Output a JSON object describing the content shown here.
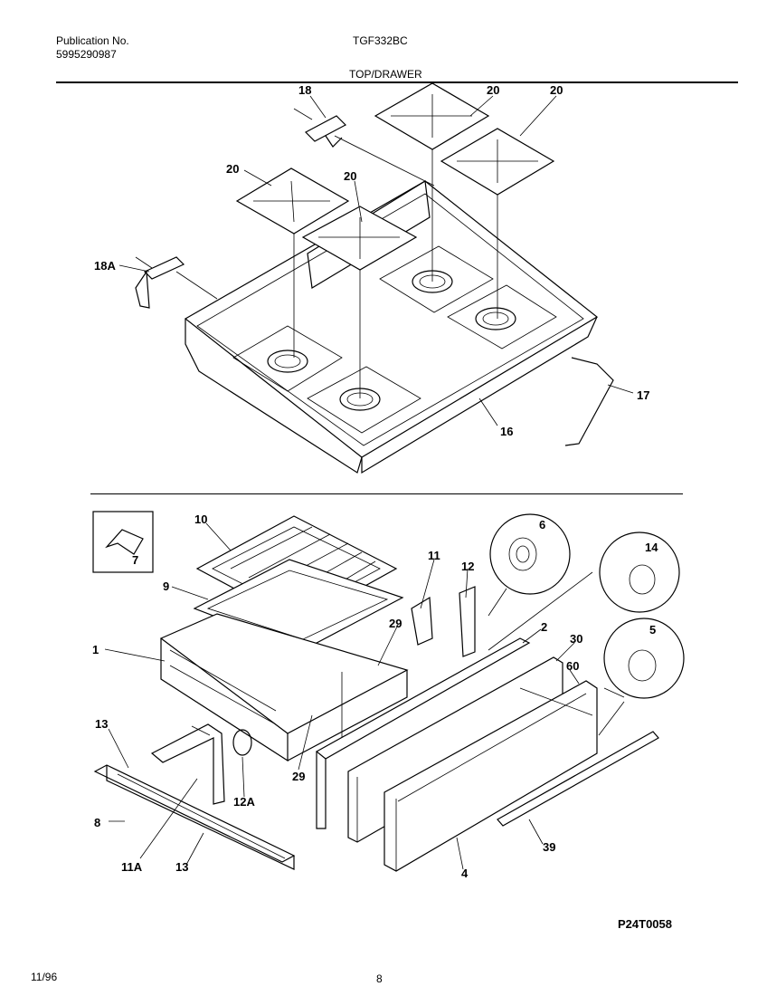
{
  "header": {
    "publication_label": "Publication No.",
    "publication_number": "5995290987",
    "model": "TGF332BC",
    "section_title": "TOP/DRAWER"
  },
  "footer": {
    "date": "11/96",
    "page": "8",
    "drawing_id": "P24T0058"
  },
  "callouts": {
    "c18": "18",
    "c18a": "18A",
    "c20a": "20",
    "c20b": "20",
    "c20c": "20",
    "c20d": "20",
    "c16": "16",
    "c17": "17",
    "c7": "7",
    "c10": "10",
    "c9": "9",
    "c1": "1",
    "c11": "11",
    "c12": "12",
    "c6": "6",
    "c14": "14",
    "c5": "5",
    "c2": "2",
    "c30": "30",
    "c60": "60",
    "c29a": "29",
    "c29b": "29",
    "c13a": "13",
    "c13b": "13",
    "c8": "8",
    "c11a": "11A",
    "c12a": "12A",
    "c4": "4",
    "c39": "39"
  }
}
